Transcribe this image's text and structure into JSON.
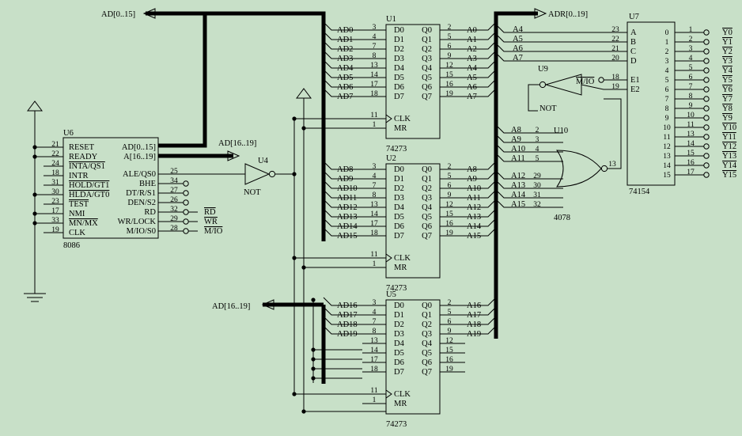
{
  "colors": {
    "background": "#c8e0c8",
    "ink": "#000000"
  },
  "bus": {
    "ad_0_15": "AD[0..15]",
    "ad_16_19": "AD[16..19]",
    "adr_0_19": "ADR[0..19]"
  },
  "u6": {
    "ref": "U6",
    "part": "8086",
    "left_pins": [
      {
        "num": "21",
        "name": "RESET"
      },
      {
        "num": "22",
        "name": "READY"
      },
      {
        "num": "24",
        "name": "INTA/QS1",
        "bar": true
      },
      {
        "num": "18",
        "name": "INTR"
      },
      {
        "num": "31",
        "name": "HOLD/GT1",
        "bar": true
      },
      {
        "num": "30",
        "name": "HLDA/GT0",
        "bar": true
      },
      {
        "num": "23",
        "name": "TEST",
        "bar": true
      },
      {
        "num": "17",
        "name": "NMI"
      },
      {
        "num": "33",
        "name": "MN/MX",
        "bar": true
      },
      {
        "num": "19",
        "name": "CLK"
      }
    ],
    "right_names": [
      "AD[0..15]",
      "A[16..19]",
      "ALE/QS0",
      "BHE",
      "DT/R/S1",
      "DEN/S2",
      "RD",
      "WR/LOCK",
      "M/IO/S0"
    ],
    "right_nums": [
      "25",
      "34",
      "27",
      "26",
      "32",
      "29",
      "28"
    ],
    "outputs": [
      "RD",
      "WR",
      "M/IO"
    ]
  },
  "u4": {
    "ref": "U4",
    "part": "NOT"
  },
  "u9": {
    "ref": "U9",
    "part": "NOT",
    "input": "M/IO"
  },
  "u10": {
    "ref": "U10",
    "part": "4078"
  },
  "u7": {
    "ref": "U7",
    "part": "74154"
  },
  "latch": {
    "part": "74273",
    "d_pins": [
      "D0",
      "D1",
      "D2",
      "D3",
      "D4",
      "D5",
      "D6",
      "D7"
    ],
    "q_pins": [
      "Q0",
      "Q1",
      "Q2",
      "Q3",
      "Q4",
      "Q5",
      "Q6",
      "Q7"
    ],
    "d_nums": [
      "3",
      "4",
      "7",
      "8",
      "13",
      "14",
      "17",
      "18"
    ],
    "q_nums": [
      "2",
      "5",
      "6",
      "9",
      "12",
      "15",
      "16",
      "19"
    ],
    "clk": "CLK",
    "mr": "MR",
    "clk_num": "11",
    "mr_num": "1"
  },
  "u1": {
    "ref": "U1",
    "in": [
      "AD0",
      "AD1",
      "AD2",
      "AD3",
      "AD4",
      "AD5",
      "AD6",
      "AD7"
    ],
    "out": [
      "A0",
      "A1",
      "A2",
      "A3",
      "A4",
      "A5",
      "A6",
      "A7"
    ]
  },
  "u2": {
    "ref": "U2",
    "in": [
      "AD8",
      "AD9",
      "AD10",
      "AD11",
      "AD12",
      "AD13",
      "AD14",
      "AD15"
    ],
    "out": [
      "A8",
      "A9",
      "A10",
      "A11",
      "A12",
      "A13",
      "A14",
      "A15"
    ]
  },
  "u5": {
    "ref": "U5",
    "in": [
      "AD16",
      "AD17",
      "AD18",
      "AD19"
    ],
    "out": [
      "A16",
      "A17",
      "A18",
      "A19"
    ]
  },
  "u7_in": [
    {
      "name": "A4",
      "num": "23",
      "pin": "A"
    },
    {
      "name": "A5",
      "num": "22",
      "pin": "B"
    },
    {
      "name": "A6",
      "num": "21",
      "pin": "C"
    },
    {
      "name": "A7",
      "num": "20",
      "pin": "D"
    }
  ],
  "u7_en": [
    {
      "num": "18",
      "pin": "E1"
    },
    {
      "num": "19",
      "pin": "E2"
    }
  ],
  "u7_out_nums": [
    "1",
    "2",
    "3",
    "4",
    "5",
    "6",
    "7",
    "8",
    "9",
    "10",
    "11",
    "13",
    "14",
    "15",
    "16",
    "17"
  ],
  "u7_pin_nums": [
    "0",
    "1",
    "2",
    "3",
    "4",
    "5",
    "6",
    "7",
    "8",
    "9",
    "10",
    "11",
    "12",
    "13",
    "14",
    "15"
  ],
  "u7_labels": [
    "Y0",
    "Y1",
    "Y2",
    "Y3",
    "Y4",
    "Y5",
    "Y6",
    "Y7",
    "Y8",
    "Y9",
    "Y10",
    "Y11",
    "Y12",
    "Y13",
    "Y14",
    "Y15"
  ],
  "u10_in": [
    {
      "name": "A8",
      "num": "2"
    },
    {
      "name": "A9",
      "num": "3"
    },
    {
      "name": "A10",
      "num": "4"
    },
    {
      "name": "A11",
      "num": "5"
    },
    {
      "name": "A12",
      "num": "29"
    },
    {
      "name": "A13",
      "num": "30"
    },
    {
      "name": "A14",
      "num": "31"
    },
    {
      "name": "A15",
      "num": "32"
    }
  ],
  "u10_out": "13"
}
